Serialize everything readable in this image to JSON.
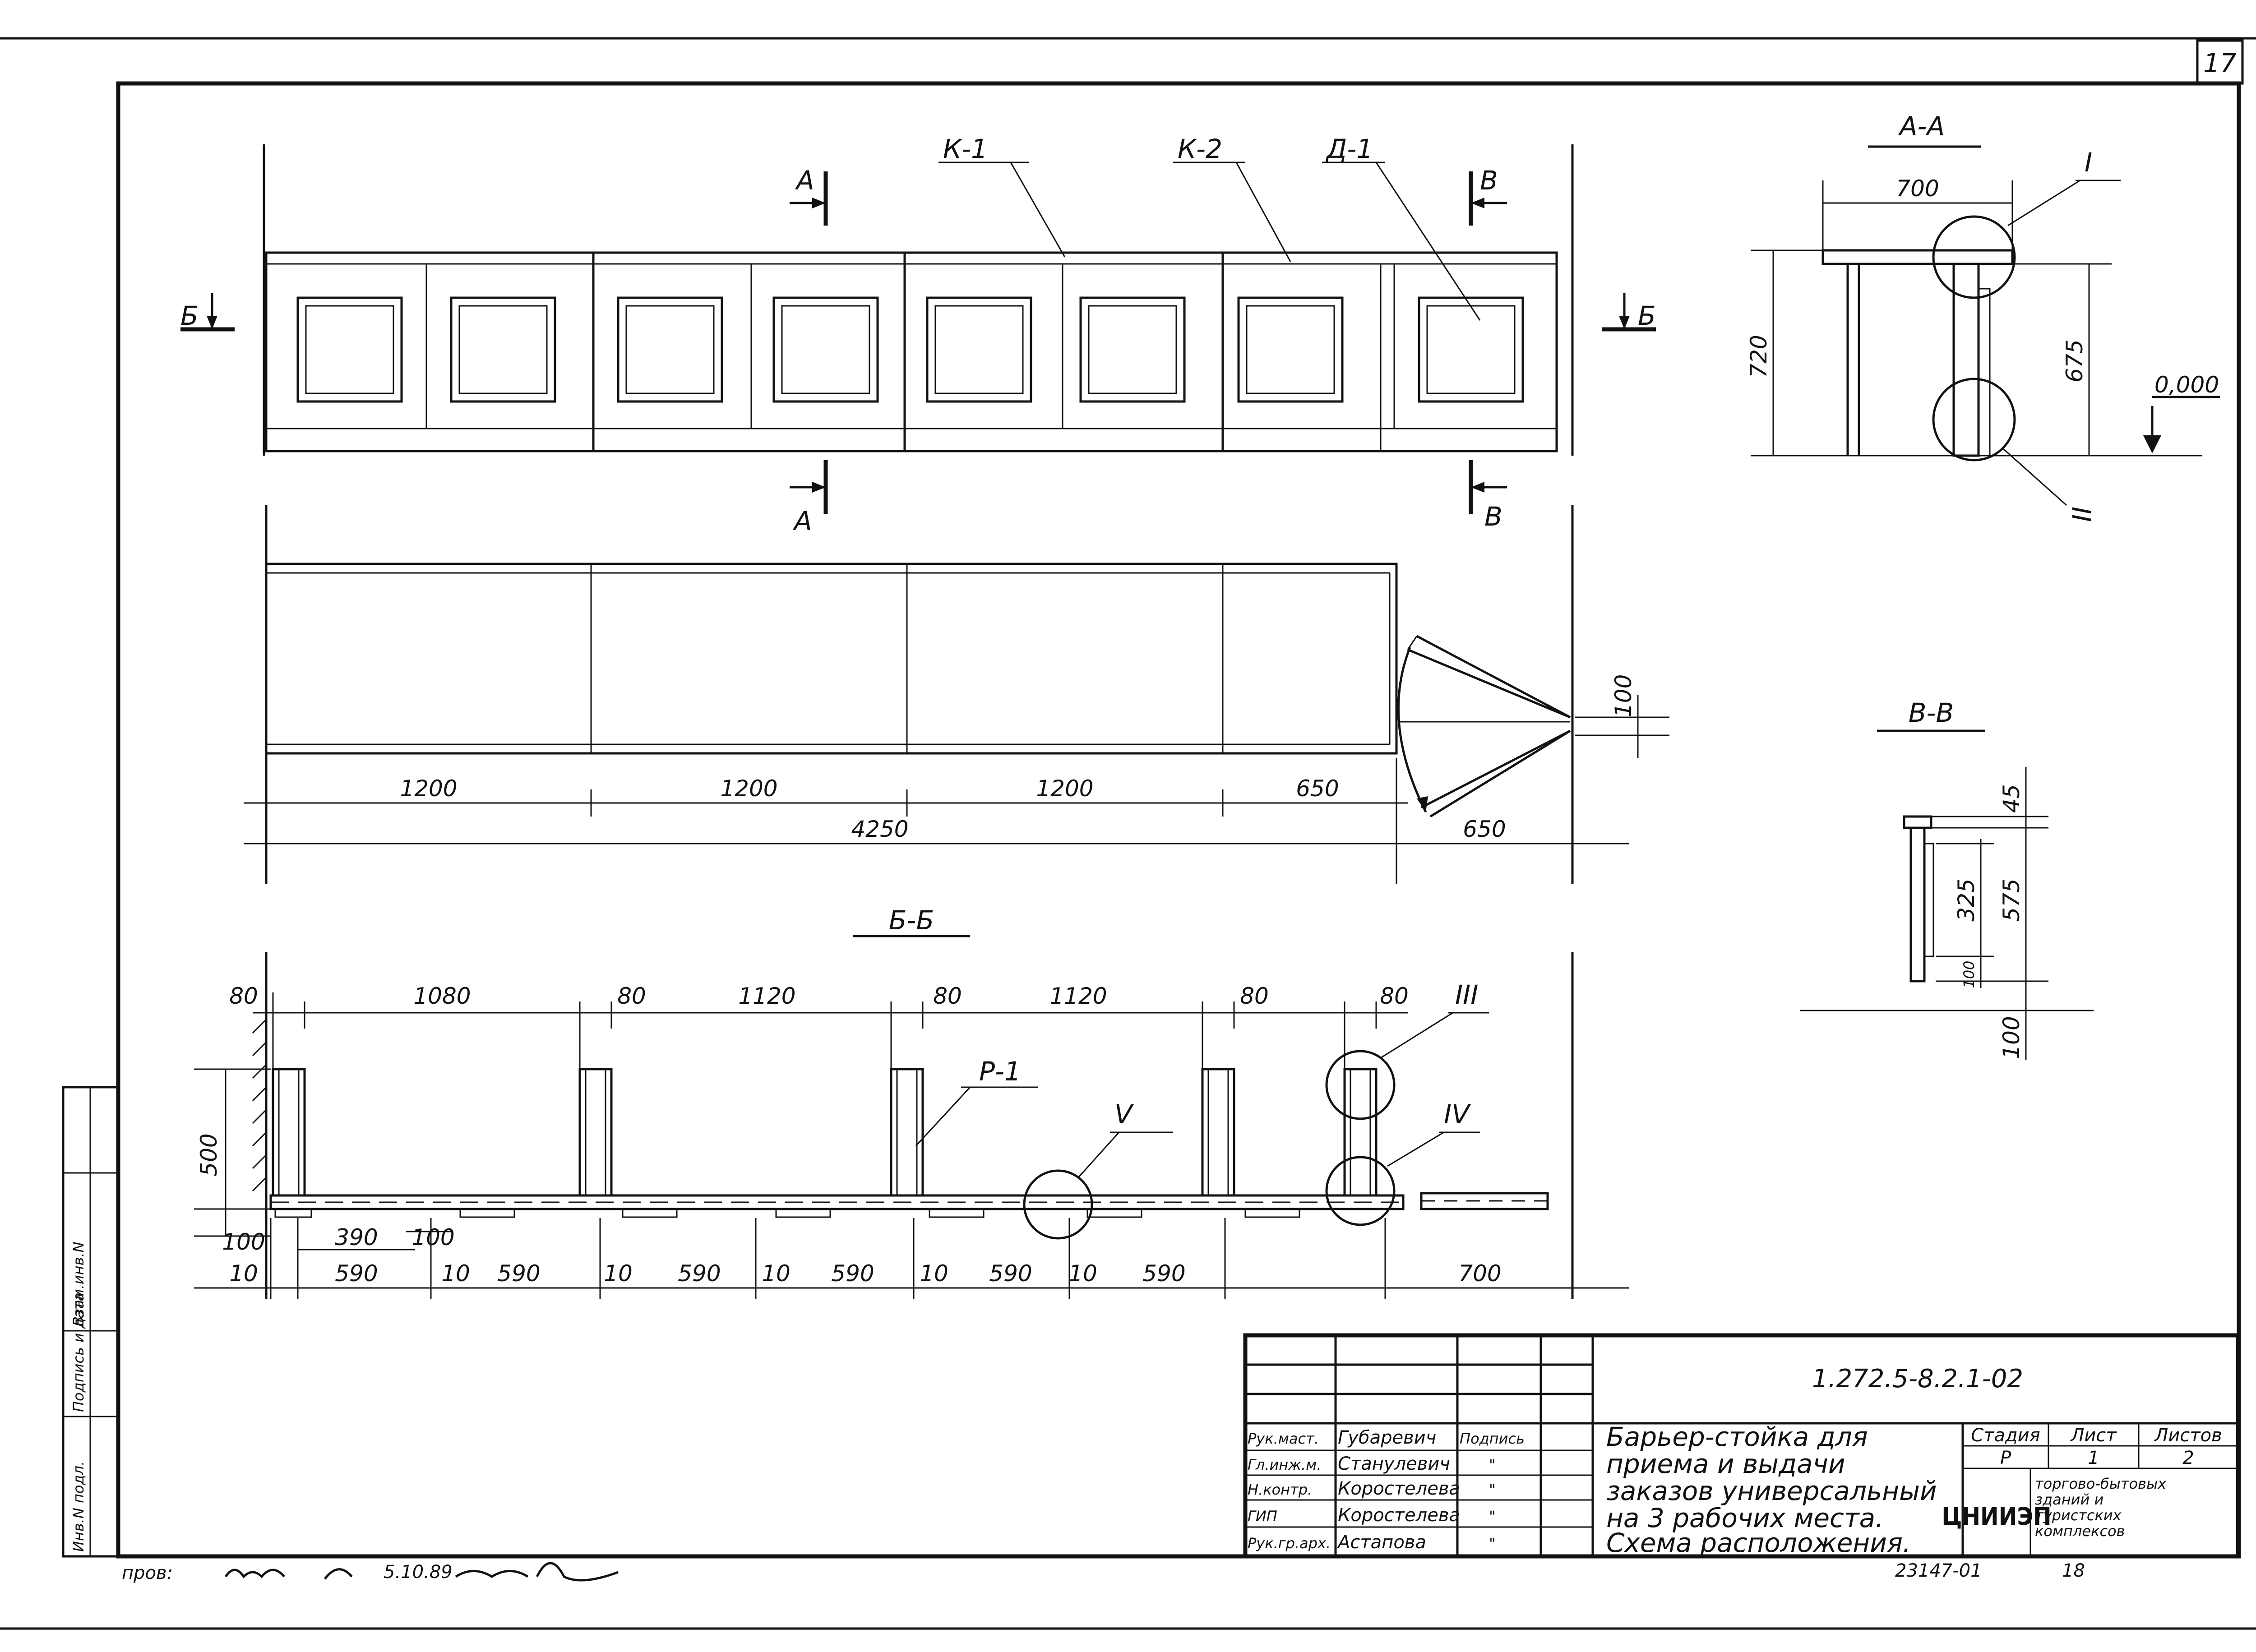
{
  "sheet": {
    "page_number": "17",
    "reviewer_note": "пров:",
    "reviewer_sign": "5.10.89",
    "bottom_code": "23147-01",
    "bottom_sheet": "18"
  },
  "side_stamp": {
    "inv_podl": "Инв.N подл.",
    "sign_date": "Подпись и дата",
    "vzam": "Взам.инв.N"
  },
  "views": {
    "elevation": {
      "labels": {
        "k1": "К-1",
        "k2": "К-2",
        "d1": "Д-1"
      },
      "cuts": {
        "a": "А",
        "b": "Б",
        "v": "В"
      }
    },
    "plan": {
      "dims": [
        "1200",
        "1200",
        "1200",
        "650"
      ],
      "total": "4250",
      "right": "650",
      "door_width": "100"
    },
    "section_bb": {
      "title": "Б-Б",
      "top_dims": [
        "80",
        "1080",
        "80",
        "1120",
        "80",
        "1120",
        "80",
        "80"
      ],
      "bottom_dims": [
        "10",
        "590",
        "10",
        "590",
        "10",
        "590",
        "10",
        "590",
        "10",
        "590",
        "10",
        "590",
        "700"
      ],
      "left_dims": [
        "500",
        "100",
        "10"
      ],
      "small": [
        "390",
        "100"
      ],
      "label_p1": "Р-1",
      "nodes": [
        "III",
        "IV",
        "V"
      ]
    },
    "section_aa": {
      "title": "А-А",
      "width": "700",
      "height": "720",
      "height2": "675",
      "level": "0,000",
      "nodes": [
        "I",
        "II"
      ]
    },
    "section_vv": {
      "title": "В-В",
      "dims": [
        "45",
        "325",
        "575",
        "100",
        "100"
      ]
    }
  },
  "title_block": {
    "doc_code": "1.272.5-8.2.1-02",
    "title_lines": [
      "Барьер-стойка для",
      "приема и выдачи",
      "заказов универсальный",
      "на 3 рабочих места.",
      "Схема расположения."
    ],
    "stage_hdr": "Стадия",
    "sheet_hdr": "Лист",
    "sheets_hdr": "Листов",
    "stage": "Р",
    "sheet": "1",
    "sheets": "2",
    "org_logo": "ЦНИИЭП",
    "org_name": [
      "торгово-бытовых",
      "зданий и",
      "туристских",
      "комплексов"
    ],
    "staff": [
      {
        "role": "Рук.маст.",
        "name": "Губаревич",
        "sign": "Подпись"
      },
      {
        "role": "Гл.инж.м.",
        "name": "Станулевич",
        "sign": "\""
      },
      {
        "role": "Н.контр.",
        "name": "Коростелева",
        "sign": "\""
      },
      {
        "role": "ГИП",
        "name": "Коростелева",
        "sign": "\""
      },
      {
        "role": "Рук.гр.арх.",
        "name": "Астапова",
        "sign": "\""
      }
    ]
  }
}
